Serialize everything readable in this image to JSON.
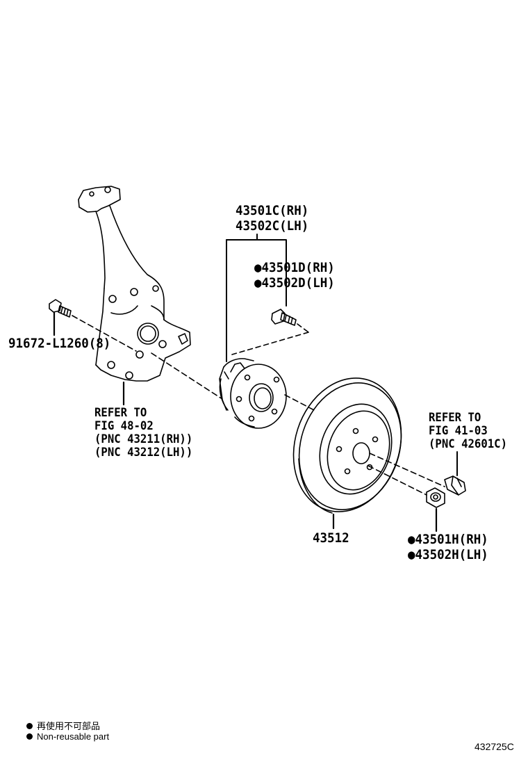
{
  "parts": {
    "hub_assy_rh": "43501C(RH)",
    "hub_assy_lh": "43502C(LH)",
    "hub_bolt_rh": "●43501D(RH)",
    "hub_bolt_lh": "●43502D(LH)",
    "knuckle_bolt": "91672-L1260(8)",
    "disc": "43512",
    "nut_rh": "●43501H(RH)",
    "nut_lh": "●43502H(LH)"
  },
  "references": {
    "knuckle": [
      "REFER TO",
      "FIG 48-02",
      "(PNC 43211(RH))",
      "(PNC 43212(LH))"
    ],
    "wheel_nut": [
      "REFER TO",
      "FIG 41-03",
      "(PNC 42601C)"
    ]
  },
  "legend": {
    "jp": "再使用不可部品",
    "en": "Non-reusable part"
  },
  "figure_code": "432725C"
}
